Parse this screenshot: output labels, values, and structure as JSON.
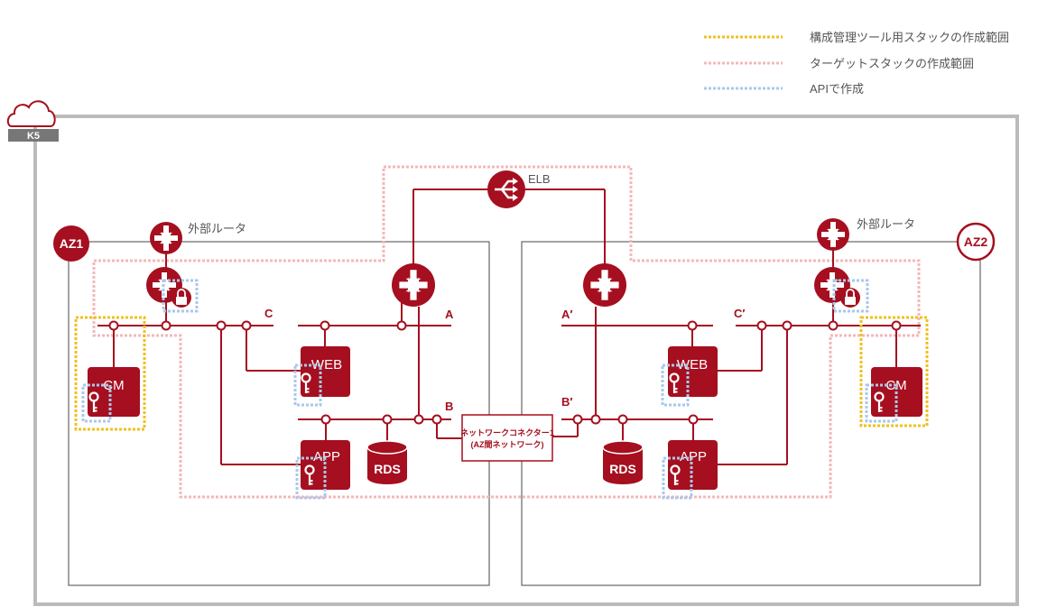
{
  "legend": {
    "items": [
      {
        "label": "構成管理ツール用スタックの作成範囲",
        "color": "#f0c020"
      },
      {
        "label": "ターゲットスタックの作成範囲",
        "color": "#f4b8b8"
      },
      {
        "label": "APIで作成",
        "color": "#a9c8ea"
      }
    ]
  },
  "colors": {
    "brand": "#a50f1f",
    "frame": "#bbbbbb",
    "inner": "#666666"
  },
  "cloud": {
    "label": "K5",
    "icon": "cloud-icon"
  },
  "elb": {
    "label": "ELB",
    "icon": "load-balancer-icon"
  },
  "az1": {
    "label": "AZ1",
    "router_label": "外部ルータ",
    "segments": {
      "top": "C",
      "right_top": "A",
      "right_bottom": "B"
    },
    "servers": {
      "cm": "CM",
      "web": "WEB",
      "app": "APP"
    },
    "db": "RDS"
  },
  "az2": {
    "label": "AZ2",
    "router_label": "外部ルータ",
    "segments": {
      "top": "C′",
      "left_top": "A′",
      "left_bottom": "B′"
    },
    "servers": {
      "cm": "CM",
      "web": "WEB",
      "app": "APP"
    },
    "db": "RDS"
  },
  "connector": {
    "line1": "ネットワークコネクター1",
    "line2": "(AZ間ネットワーク)"
  }
}
